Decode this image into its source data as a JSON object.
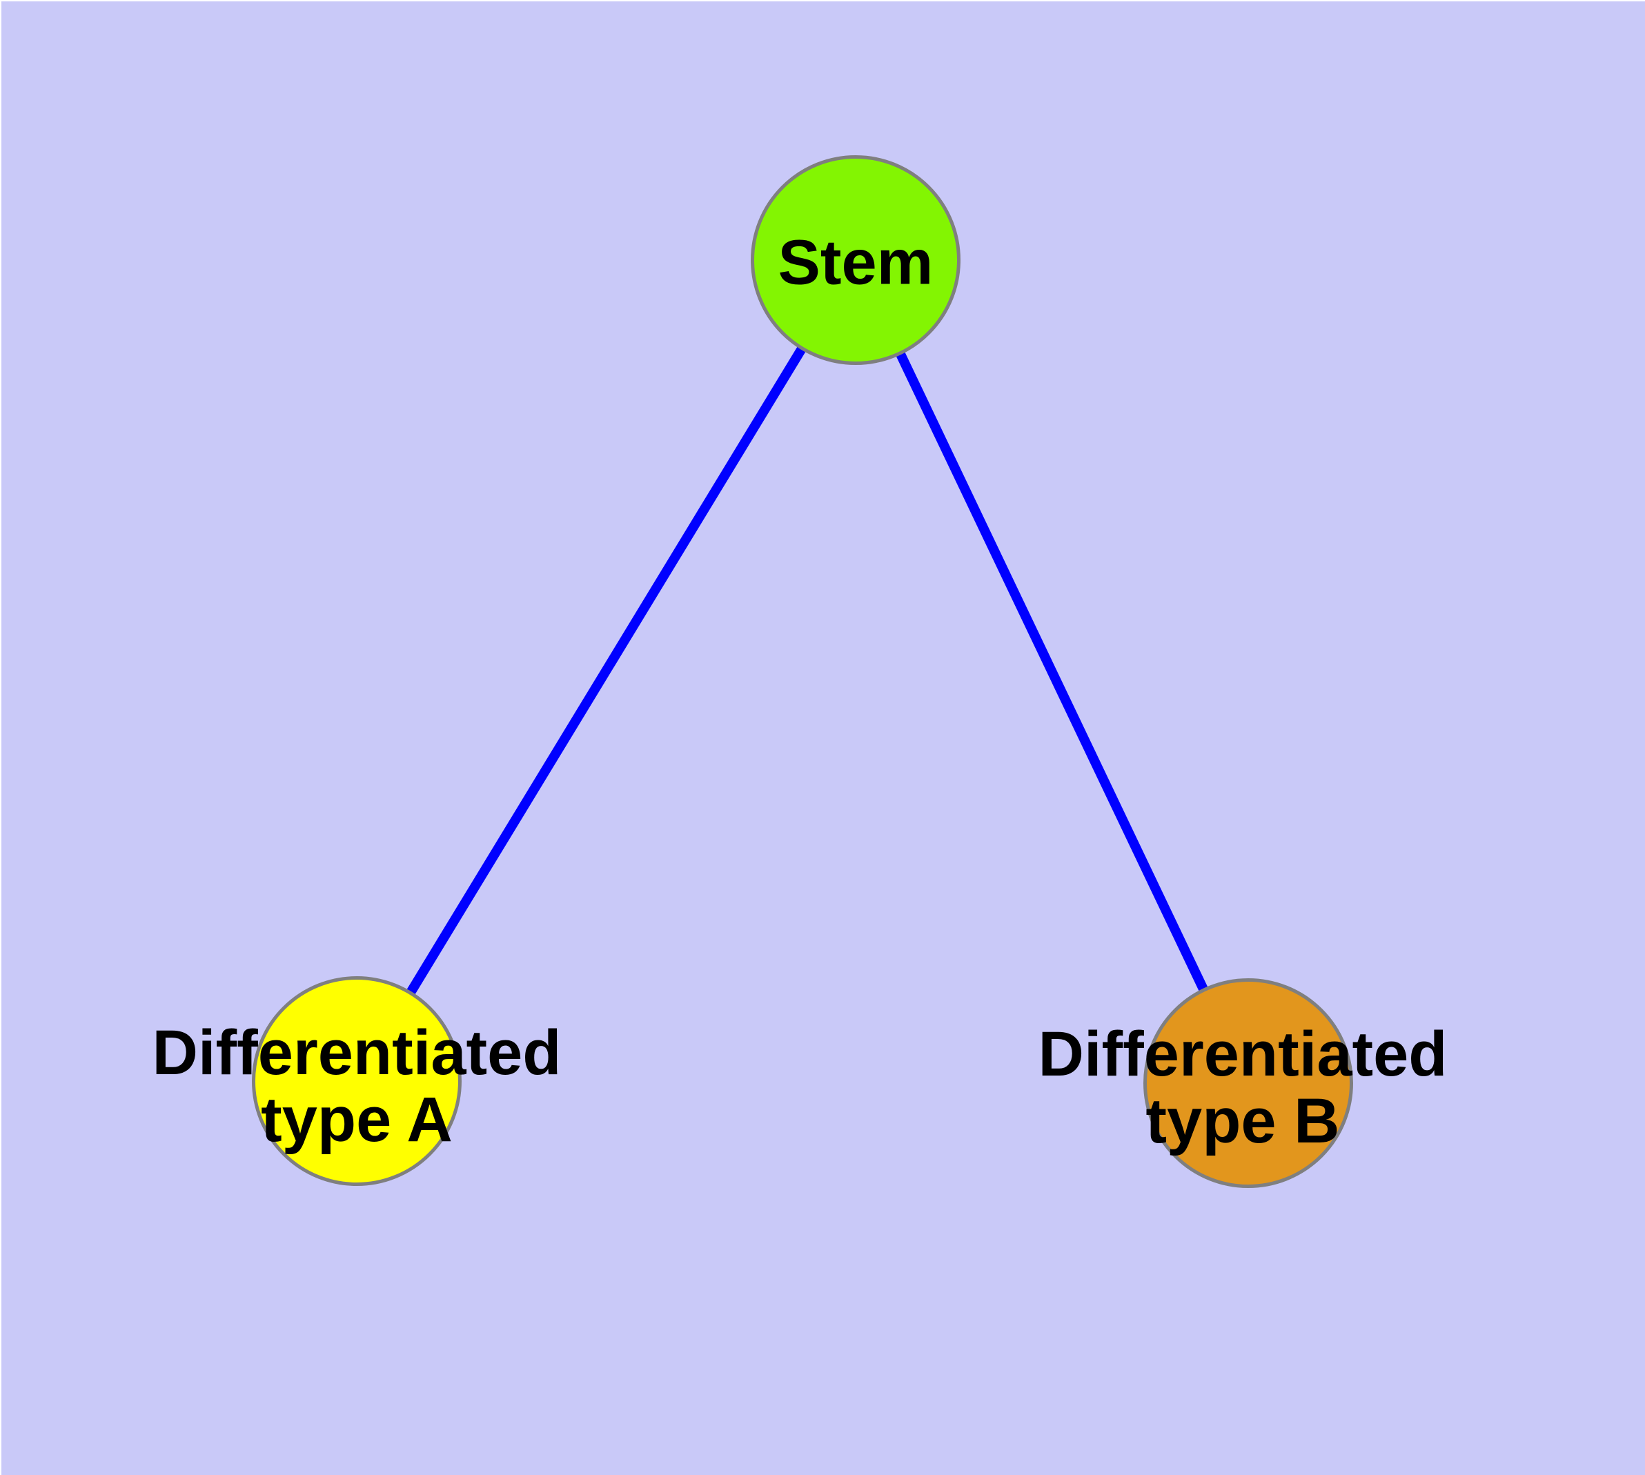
{
  "diagram": {
    "type": "node-link-graph",
    "background_color": "#C9C9F8",
    "edge_color": "#0000FF",
    "node_border_color": "#7F7F7F",
    "label_color": "#000000",
    "nodes": [
      {
        "id": "stem",
        "label": "Stem",
        "fill": "#83F502"
      },
      {
        "id": "type-a",
        "label": "Differentiated type A",
        "label_line1": "Differentiated",
        "label_line2": "type A",
        "fill": "#FFFF00"
      },
      {
        "id": "type-b",
        "label": "Differentiated type B",
        "label_line1": "Differentiated",
        "label_line2": "type B",
        "fill": "#E2961D"
      }
    ],
    "edges": [
      {
        "from": "stem",
        "to": "type-a"
      },
      {
        "from": "stem",
        "to": "type-b"
      }
    ]
  }
}
